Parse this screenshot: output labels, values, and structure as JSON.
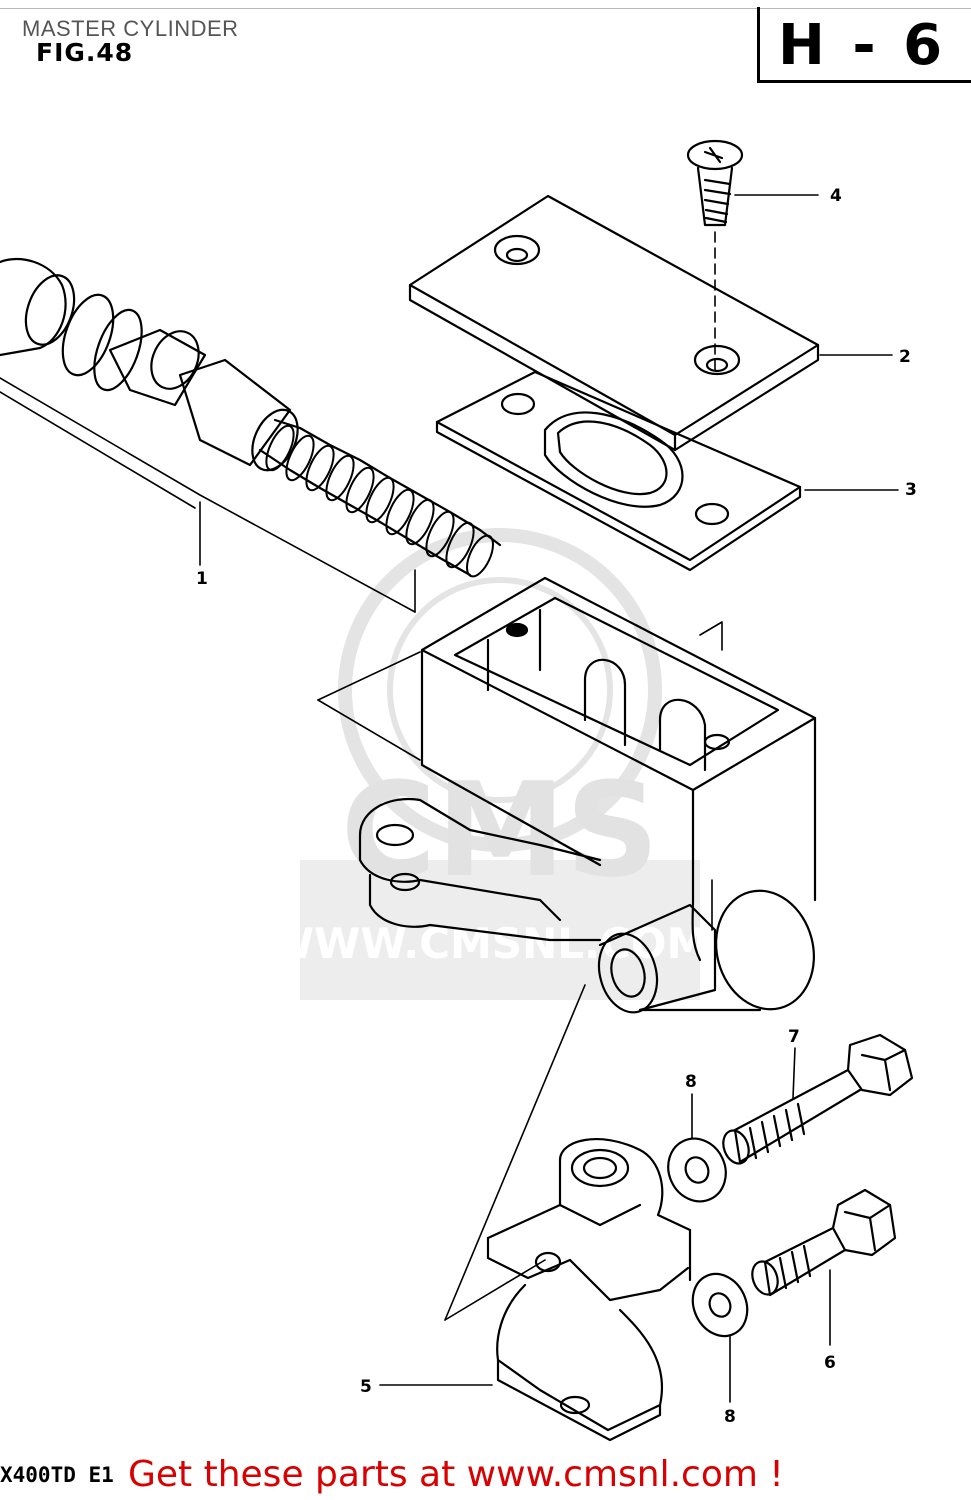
{
  "header": {
    "title": "MASTER CYLINDER",
    "figure": "FIG.48",
    "page_ref": "H - 6"
  },
  "watermark": {
    "logo_text": "CMS",
    "url_text": "WWW.CMSNL.COM"
  },
  "callouts": [
    "1",
    "2",
    "3",
    "4",
    "5",
    "6",
    "7",
    "8",
    "8"
  ],
  "footer": {
    "model_code": "X400TD E1",
    "cta": "Get these parts at www.cmsnl.com !"
  },
  "colors": {
    "line": "#000000",
    "cta": "#d80000",
    "watermark": "#e4e4e4",
    "title": "#555555"
  }
}
